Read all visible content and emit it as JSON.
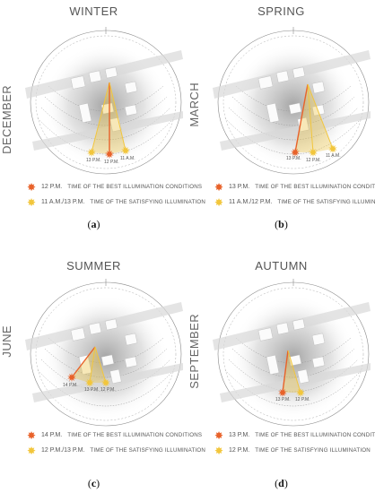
{
  "panels": [
    {
      "season": "WINTER",
      "month": "DECEMBER",
      "caption_letter": "a",
      "best_time": "12 P.M.",
      "satisfying_time": "11 A.M./13 P.M.",
      "point_labels": [
        "13 P.M.",
        "12 P.M.",
        "11 A.M."
      ]
    },
    {
      "season": "SPRING",
      "month": "MARCH",
      "caption_letter": "b",
      "best_time": "13 P.M.",
      "satisfying_time": "11 A.M./12 P.M.",
      "point_labels": [
        "13 P.M.",
        "12 P.M.",
        "11 A.M."
      ]
    },
    {
      "season": "SUMMER",
      "month": "JUNE",
      "caption_letter": "c",
      "best_time": "14 P.M.",
      "satisfying_time": "12 P.M./13 P.M.",
      "point_labels": [
        "14 P.M.",
        "13 P.M.",
        "12 P.M."
      ]
    },
    {
      "season": "AUTUMN",
      "month": "SEPTEMBER",
      "caption_letter": "d",
      "best_time": "13 P.M.",
      "satisfying_time": "12 P.M.",
      "point_labels": [
        "13 P.M.",
        "12 P.M."
      ]
    }
  ],
  "legend_text": {
    "best": "TIME OF THE BEST ILLUMINATION CONDITIONS",
    "satisfying": "TIME OF THE SATISFYING ILLUMINATION"
  },
  "colors": {
    "best": "#e8622a",
    "satisfying": "#f2c63c",
    "street": "#d8d8d8"
  },
  "icons": {
    "best": "orange-sun-star-icon",
    "satisfying": "yellow-sun-star-icon"
  }
}
